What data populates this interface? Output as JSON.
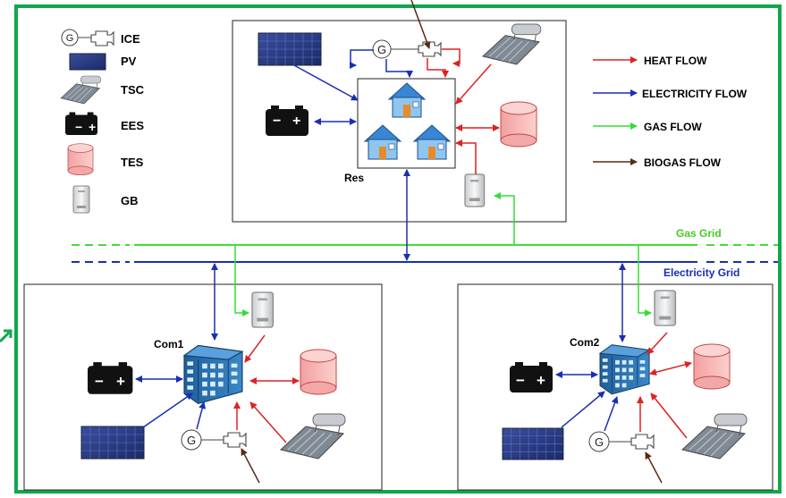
{
  "legend": {
    "items": [
      {
        "key": "ice",
        "label": "ICE",
        "icon": "generator-engine-icon"
      },
      {
        "key": "pv",
        "label": "PV",
        "icon": "solar-panel-icon"
      },
      {
        "key": "tsc",
        "label": "TSC",
        "icon": "solar-thermal-collector-icon"
      },
      {
        "key": "ees",
        "label": "EES",
        "icon": "battery-icon"
      },
      {
        "key": "tes",
        "label": "TES",
        "icon": "thermal-tank-icon"
      },
      {
        "key": "gb",
        "label": "GB",
        "icon": "gas-boiler-icon"
      }
    ]
  },
  "flow_legend": {
    "items": [
      {
        "label": "HEAT FLOW",
        "color": "#dd2222"
      },
      {
        "label": "ELECTRICITY FLOW",
        "color": "#1a2fb0"
      },
      {
        "label": "GAS FLOW",
        "color": "#33dd33"
      },
      {
        "label": "BIOGAS FLOW",
        "color": "#5a2a14"
      }
    ]
  },
  "grids": {
    "gas_label": "Gas Grid",
    "gas_color": "#44dd33",
    "electricity_label": "Electricity Grid",
    "electricity_color": "#1a2fb0"
  },
  "hubs": {
    "res": {
      "label": "Res"
    },
    "com1": {
      "label": "Com1"
    },
    "com2": {
      "label": "Com2"
    }
  },
  "generator_symbol": "G",
  "battery_signs": {
    "minus": "−",
    "plus": "+"
  },
  "colors": {
    "frame": "#0fa84a",
    "heat": "#dd2222",
    "electricity": "#1a2fb0",
    "gas": "#33dd33",
    "biogas": "#5a2a14"
  }
}
